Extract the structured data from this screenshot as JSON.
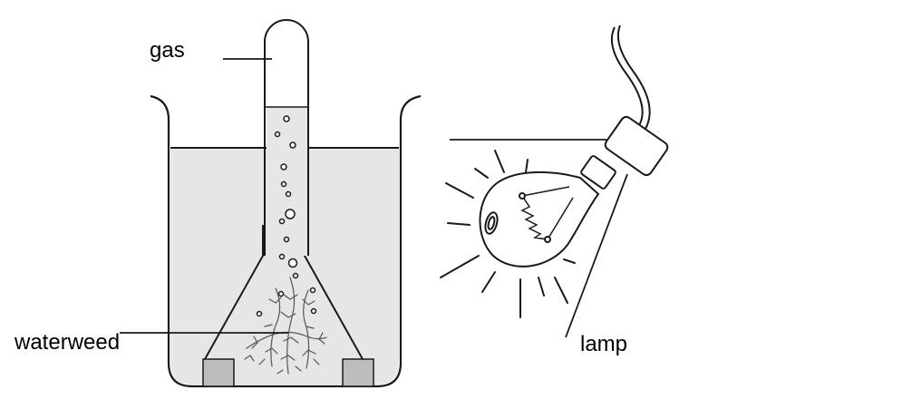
{
  "labels": {
    "gas": "gas",
    "waterweed": "waterweed",
    "lamp": "lamp"
  },
  "colors": {
    "water": "#e6e6e6",
    "line": "#1a1a1a",
    "support_block": "#bdbdbd",
    "background": "#ffffff"
  },
  "icons": {
    "light_source": "light-bulb-icon",
    "plant": "waterweed-icon"
  }
}
